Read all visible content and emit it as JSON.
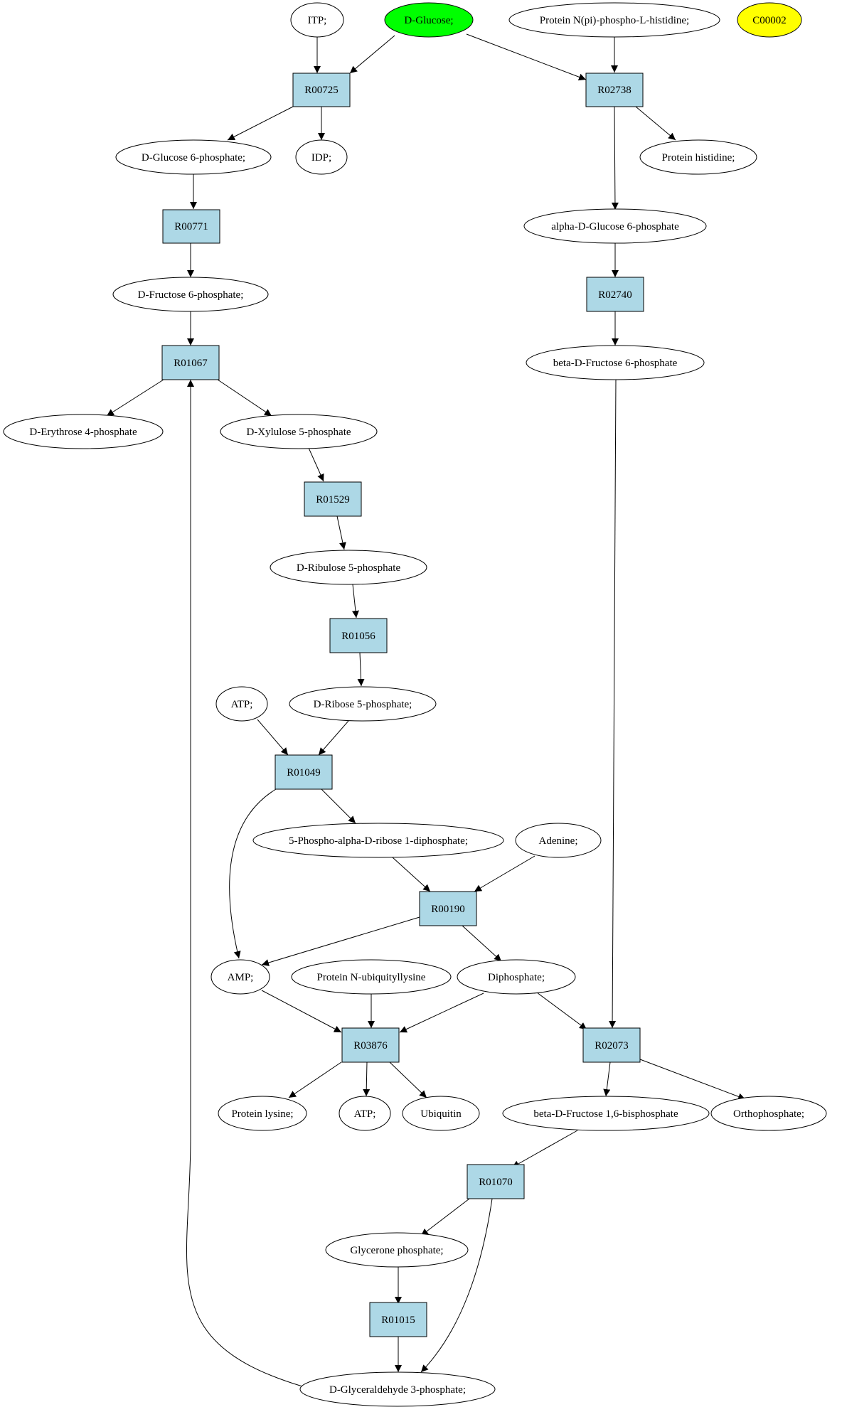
{
  "nodes": {
    "itp_1": "ITP;",
    "d_glucose": "D-Glucose;",
    "protein_phospho_his": "Protein N(pi)-phospho-L-histidine;",
    "c00002": "C00002",
    "r00725": "R00725",
    "r02738": "R02738",
    "d_glucose_6p": "D-Glucose 6-phosphate;",
    "idp": "IDP;",
    "protein_histidine": "Protein histidine;",
    "alpha_d_glucose_6p": "alpha-D-Glucose 6-phosphate",
    "r00771": "R00771",
    "r02740": "R02740",
    "d_fructose_6p": "D-Fructose 6-phosphate;",
    "beta_d_fructose_6p": "beta-D-Fructose 6-phosphate",
    "r01067": "R01067",
    "d_erythrose_4p": "D-Erythrose 4-phosphate",
    "d_xylulose_5p": "D-Xylulose 5-phosphate",
    "r01529": "R01529",
    "d_ribulose_5p": "D-Ribulose 5-phosphate",
    "r01056": "R01056",
    "atp_1": "ATP;",
    "d_ribose_5p": "D-Ribose 5-phosphate;",
    "r01049": "R01049",
    "prpp": "5-Phospho-alpha-D-ribose 1-diphosphate;",
    "adenine": "Adenine;",
    "r00190": "R00190",
    "amp": "AMP;",
    "protein_ubiquityllysine": "Protein N-ubiquityllysine",
    "diphosphate": "Diphosphate;",
    "r03876": "R03876",
    "r02073": "R02073",
    "protein_lysine": "Protein lysine;",
    "atp_2": "ATP;",
    "ubiquitin": "Ubiquitin",
    "beta_d_fructose_16bp": "beta-D-Fructose 1,6-bisphosphate",
    "orthophosphate": "Orthophosphate;",
    "r01070": "R01070",
    "glycerone_phosphate": "Glycerone phosphate;",
    "r01015": "R01015",
    "d_glyceraldehyde_3p": "D-Glyceraldehyde 3-phosphate;"
  },
  "colors": {
    "reaction_fill": "#add8e6",
    "compound_fill": "#ffffff",
    "highlight_start": "#00ff00",
    "highlight_target": "#ffff00",
    "stroke": "#000000"
  }
}
